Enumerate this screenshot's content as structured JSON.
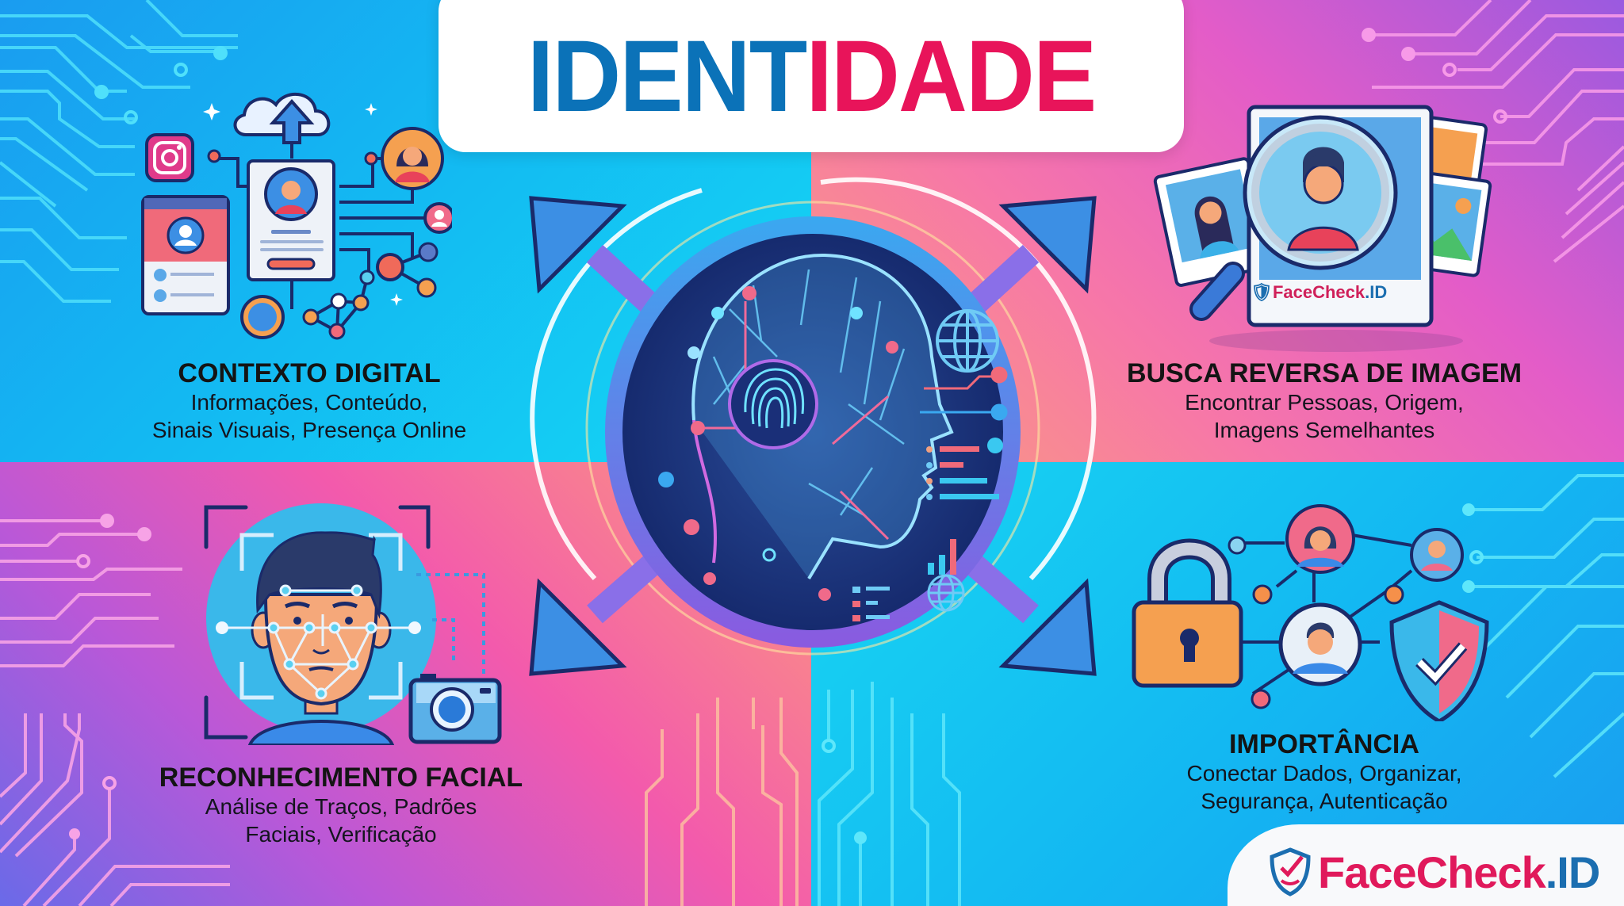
{
  "title": {
    "part1": "IDENT",
    "part2": "IDADE",
    "color_part1": "#0b72b8",
    "color_part2": "#e8145a"
  },
  "center": {
    "icon": "ai-head-fingerprint-icon",
    "description": "AI head profile with circuit network, fingerprint, globes, data bars",
    "arrows": [
      "arrow-up-left",
      "arrow-up-right",
      "arrow-down-left",
      "arrow-down-right"
    ]
  },
  "sections": [
    {
      "id": "contexto-digital",
      "position": "top-left",
      "heading": "CONTEXTO DIGITAL",
      "line1": "Informações, Conteúdo,",
      "line2": "Sinais Visuais, Presença Online",
      "icons": [
        "cloud-upload-icon",
        "instagram-icon",
        "profile-card-icon",
        "browser-window-icon",
        "avatar-icon",
        "globe-icon",
        "share-network-icon"
      ]
    },
    {
      "id": "busca-reversa",
      "position": "top-right",
      "heading": "BUSCA REVERSA DE IMAGEM",
      "line1": "Encontrar Pessoas, Origem,",
      "line2": "Imagens Semelhantes",
      "icons": [
        "photo-stack-icon",
        "magnifier-icon",
        "landscape-photo-icon"
      ],
      "photo_label": "FaceCheck.ID"
    },
    {
      "id": "reconhecimento-facial",
      "position": "bottom-left",
      "heading": "RECONHECIMENTO FACIAL",
      "line1": "Análise de Traços, Padrões",
      "line2": "Faciais, Verificação",
      "icons": [
        "face-scan-icon",
        "camera-icon"
      ]
    },
    {
      "id": "importancia",
      "position": "bottom-right",
      "heading": "IMPORTÂNCIA",
      "line1": "Conectar Dados, Organizar,",
      "line2": "Segurança, Autenticação",
      "icons": [
        "padlock-icon",
        "user-network-icon",
        "shield-check-icon"
      ]
    }
  ],
  "brand": {
    "name_part1": "FaceCheck",
    "name_part2": ".ID",
    "color_primary": "#e0195b",
    "color_secondary": "#1b6eb0",
    "icon": "shield-check-smile-icon"
  },
  "colors": {
    "cyan": "#13b8f2",
    "pink": "#f35aac",
    "orange": "#fb9a7e",
    "purple": "#9a5ae0",
    "navy": "#1a2a6a"
  }
}
